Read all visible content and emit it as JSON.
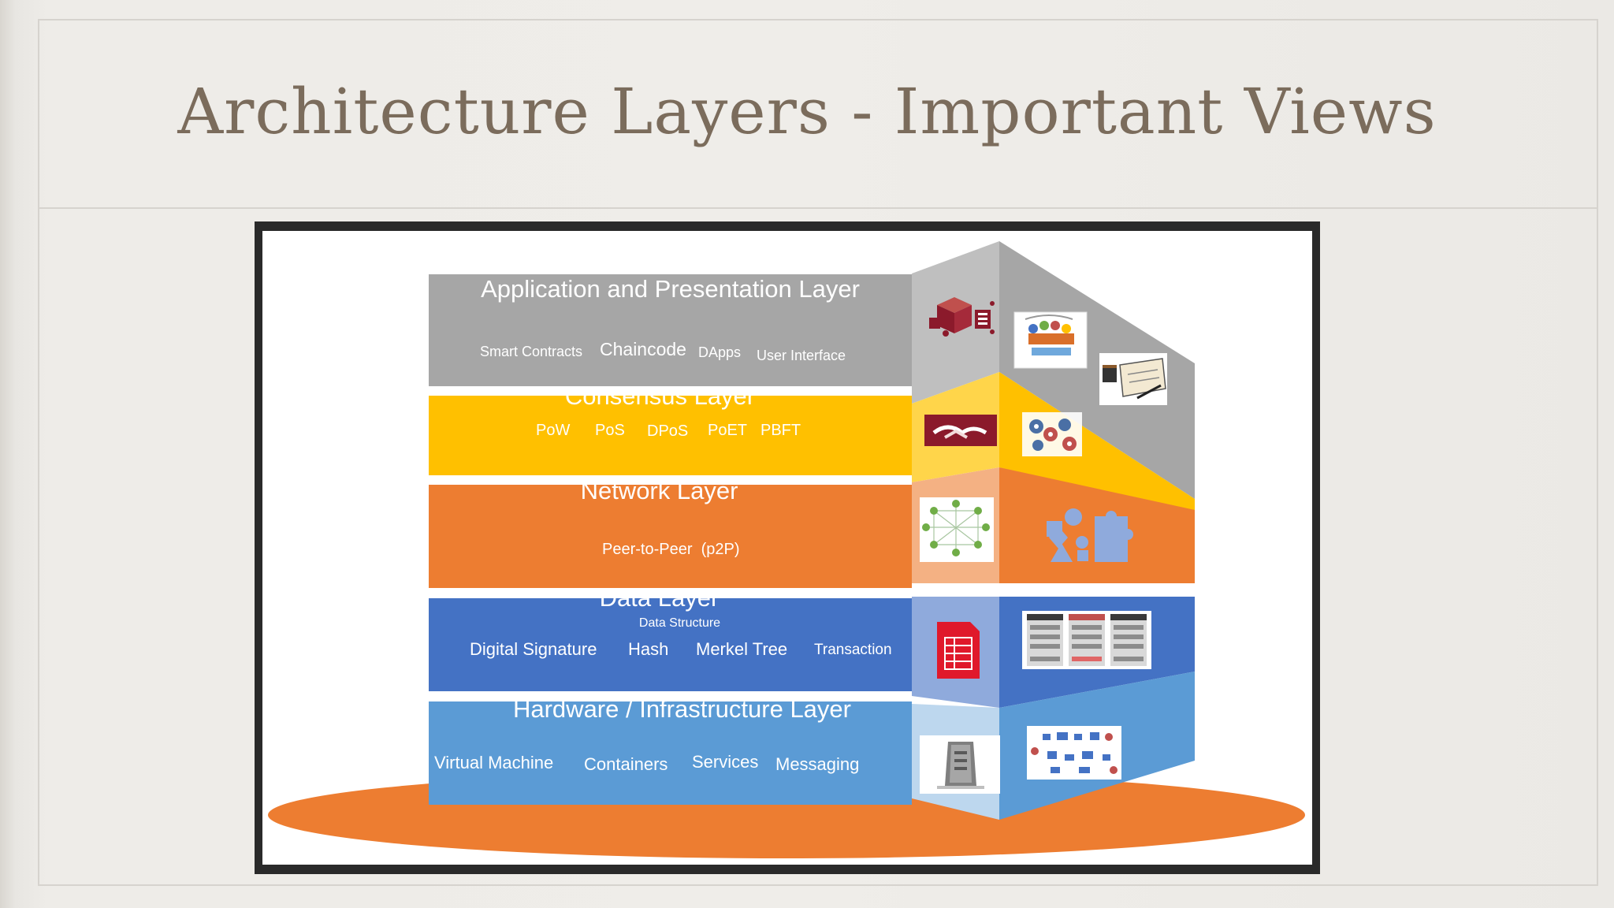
{
  "slide": {
    "title": "Architecture Layers - Important Views"
  },
  "layers": {
    "application": {
      "title": "Application and Presentation Layer",
      "items": [
        "Smart Contracts",
        "Chaincode",
        "DApps",
        "User Interface"
      ],
      "color": "#a6a6a6"
    },
    "consensus": {
      "title": "Consensus Layer",
      "items": [
        "PoW",
        "PoS",
        "DPoS",
        "PoET",
        "PBFT"
      ],
      "color": "#ffc000"
    },
    "network": {
      "title": "Network Layer",
      "items": [
        "Peer-to-Peer  (p2P)"
      ],
      "color": "#ed7d31"
    },
    "data": {
      "title": "Data Layer",
      "subtitle": "Data Structure",
      "items": [
        "Digital Signature",
        "Hash",
        "Merkel Tree",
        "Transaction"
      ],
      "color": "#4472c4"
    },
    "hardware": {
      "title": "Hardware / Infrastructure Layer",
      "items": [
        "Virtual Machine",
        "Containers",
        "Services",
        "Messaging"
      ],
      "color": "#5b9bd5"
    }
  },
  "icons": {
    "application": [
      "blockchain-cube-icon",
      "team-collaboration-icon",
      "contract-signing-icon"
    ],
    "consensus": [
      "handshake-icon",
      "gears-icon"
    ],
    "network": [
      "network-nodes-icon",
      "puzzle-shapes-icon"
    ],
    "data": [
      "document-table-icon",
      "blocks-chain-icon"
    ],
    "hardware": [
      "server-tower-icon",
      "infrastructure-diagram-icon"
    ]
  },
  "colors": {
    "base_ellipse": "#ed7d31",
    "title_text": "#7b6c5c"
  }
}
